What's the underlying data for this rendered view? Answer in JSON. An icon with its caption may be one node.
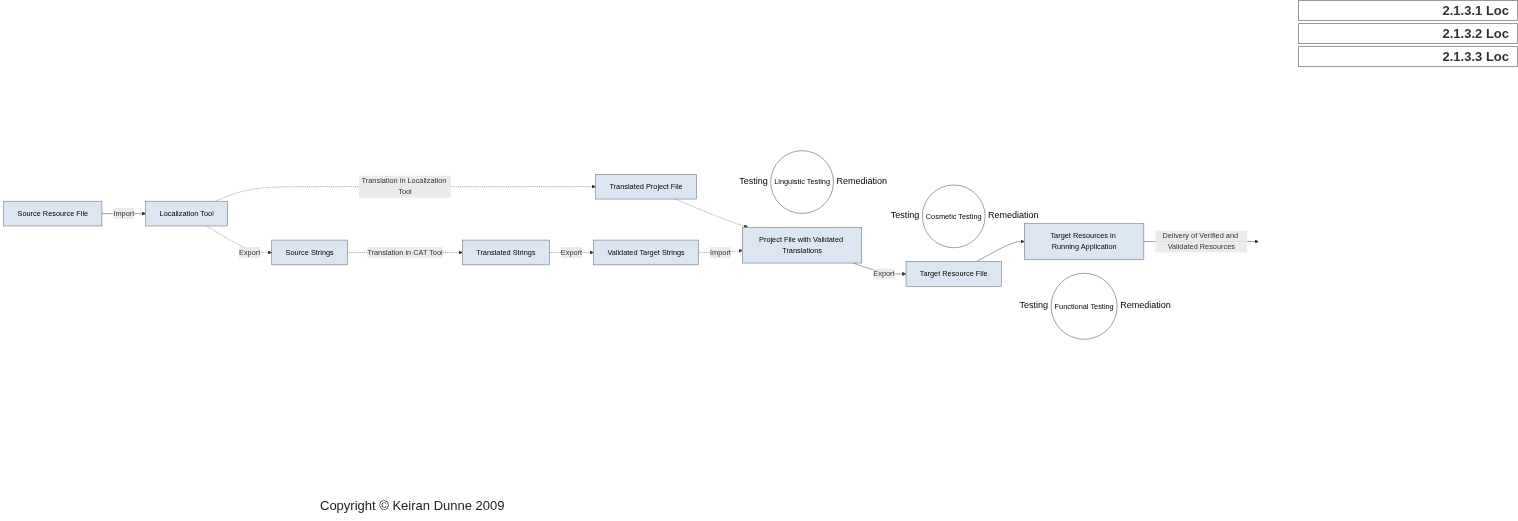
{
  "diagram": {
    "nodes": [
      {
        "text": [
          "Source Resource File"
        ]
      },
      {
        "text": [
          "Localization Tool"
        ]
      },
      {
        "text": [
          "Source Strings"
        ]
      },
      {
        "text": [
          "Translated Project File"
        ]
      },
      {
        "text": [
          "Linguistic Testing"
        ],
        "beside": [
          "Testing",
          "Remediation"
        ]
      },
      {
        "text": [
          "Translated Strings"
        ]
      },
      {
        "text": [
          "Cosmetic Testing"
        ],
        "beside": [
          "Testing",
          "Remediation"
        ]
      },
      {
        "text": [
          "Project File with Validated Translations"
        ]
      },
      {
        "text": [
          "Validated Target Strings"
        ]
      },
      {
        "text": [
          "Target Resource File"
        ]
      },
      {
        "text": [
          "Target Resources in Running Application"
        ]
      },
      {
        "text": [
          "Functional Testing"
        ],
        "beside": [
          "Testing",
          "Remediation"
        ]
      }
    ],
    "edges": [
      {
        "from": 0,
        "to": 1,
        "arrow": "to",
        "label": "Import"
      },
      {
        "from": 1,
        "to": 3,
        "arrow": "to",
        "label": "Translation in Localization Tool",
        "style": "dashed"
      },
      {
        "from": 1,
        "to": 2,
        "arrow": "to",
        "label": "Export",
        "style": "dashed"
      },
      {
        "from": 2,
        "to": 5,
        "arrow": "to",
        "label": "Translation in CAT Tool",
        "style": "dashed"
      },
      {
        "from": 3,
        "to": 7,
        "arrow": "to",
        "style": "dashed"
      },
      {
        "from": 5,
        "to": 8,
        "arrow": "to",
        "label": "Export",
        "style": "dashed"
      },
      {
        "from": 8,
        "to": 7,
        "arrow": "to",
        "label": "Import",
        "style": "dashed"
      },
      {
        "from": 7,
        "to": 9,
        "arrow": "to",
        "label": "Export"
      },
      {
        "from": 9,
        "to": 10,
        "arrow": "to"
      },
      {
        "from": 10,
        "to": null,
        "arrow": "to",
        "label": "Delivery of Verified and Validated Resources"
      }
    ],
    "labels": [
      "2.1.3.1 Loc",
      "2.1.3.2 Loc",
      "2.1.3.3 Loc",
      "Copyright © Keiran Dunne 2009"
    ]
  }
}
